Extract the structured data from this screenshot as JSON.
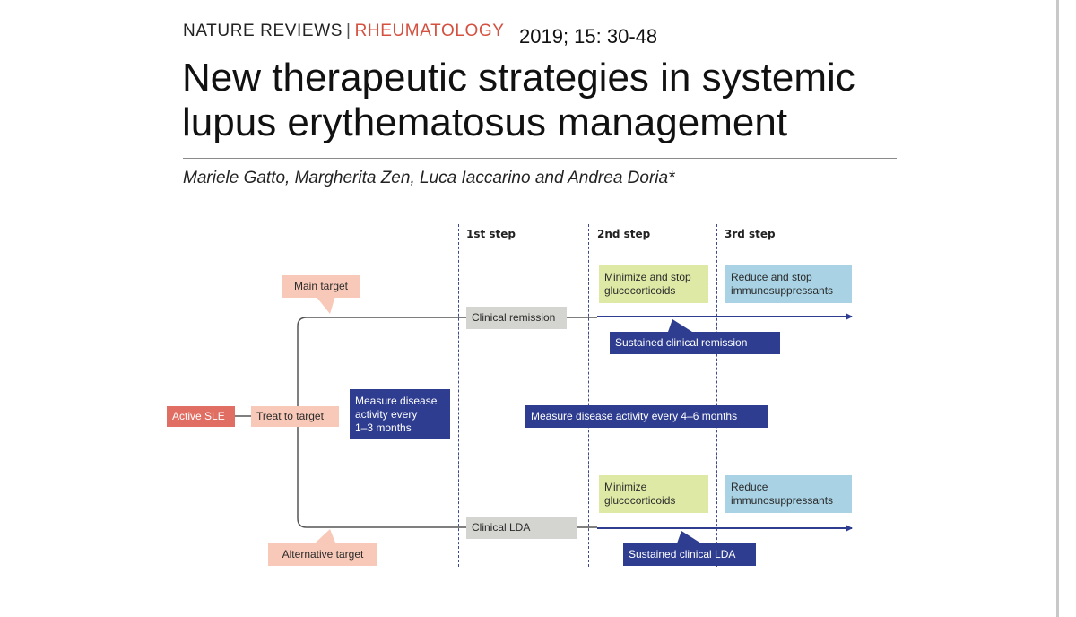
{
  "header": {
    "journal_prefix": "NATURE REVIEWS",
    "journal_separator": "|",
    "journal_subject": "RHEUMATOLOGY",
    "citation": "2019; 15: 30-48"
  },
  "title": {
    "line1": "New therapeutic strategies in systemic",
    "line2": "lupus erythematosus management"
  },
  "authors": "Mariele Gatto, Margherita Zen, Luca Iaccarino and Andrea Doria*",
  "diagram": {
    "steps": [
      "1st step",
      "2nd step",
      "3rd step"
    ],
    "active_sle": "Active SLE",
    "treat_to_target": "Treat to target",
    "main_target": "Main target",
    "alternative_target": "Alternative target",
    "measure_short": {
      "line1": "Measure disease",
      "line2": "activity every",
      "line3": "1–3 months"
    },
    "clinical_remission": "Clinical remission",
    "clinical_lda": "Clinical LDA",
    "measure_long": "Measure disease activity every 4–6 months",
    "remission_gc": {
      "line1": "Minimize and stop",
      "line2": "glucocorticoids"
    },
    "remission_is": {
      "line1": "Reduce and stop",
      "line2": "immunosuppressants"
    },
    "sustained_remission": "Sustained clinical remission",
    "lda_gc": {
      "line1": "Minimize",
      "line2": "glucocorticoids"
    },
    "lda_is": {
      "line1": "Reduce",
      "line2": "immunosuppressants"
    },
    "sustained_lda": "Sustained clinical LDA"
  },
  "colors": {
    "journal_accent": "#d4503f",
    "salmon": "#f8c9b8",
    "red": "#e06e62",
    "navy": "#2e3d8f",
    "grey": "#d4d4d0",
    "lime": "#dfe9a6",
    "blue": "#a9d3e4"
  }
}
